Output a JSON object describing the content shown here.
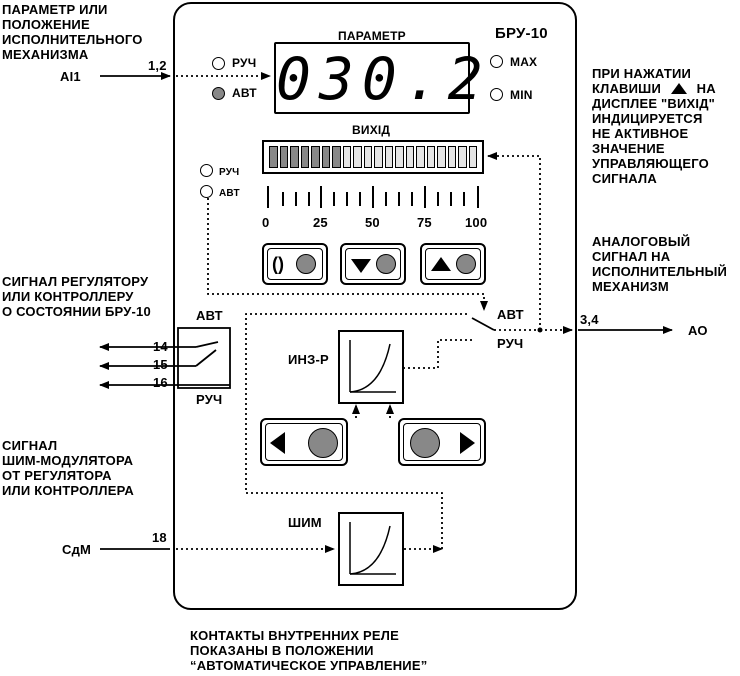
{
  "left_notes": {
    "param_note": [
      "ПАРАМЕТР ИЛИ",
      "ПОЛОЖЕНИЕ",
      "ИСПОЛНИТЕЛЬНОГО",
      "МЕХАНИЗМА"
    ],
    "ai1_label": "AI1",
    "ai1_pins": "1,2",
    "regulator_note": [
      "СИГНАЛ  РЕГУЛЯТОРУ",
      "ИЛИ  КОНТРОЛЛЕРУ",
      "О СОСТОЯНИИ  БРУ-10"
    ],
    "relay_auto": "АВТ",
    "relay_manual": "РУЧ",
    "relay_pins": [
      "14",
      "15",
      "16"
    ],
    "pwm_note": [
      "СИГНАЛ",
      "ШИМ-МОДУЛЯТОРА",
      "ОТ  РЕГУЛЯТОРА",
      "ИЛИ  КОНТРОЛЛЕРА"
    ],
    "sdm_label": "СдМ",
    "sdm_pin": "18"
  },
  "right_notes": {
    "display_note": [
      "ПРИ НАЖАТИИ",
      "КЛАВИШИ",
      "НА",
      "ДИСПЛЕЕ \"ВИХІД\"",
      "ИНДИЦИРУЕТСЯ",
      "НЕ АКТИВНОЕ",
      "ЗНАЧЕНИЕ",
      "УПРАВЛЯЮЩЕГО",
      "СИГНАЛА"
    ],
    "analog_note": [
      "АНАЛОГОВЫЙ",
      "СИГНАЛ  НА",
      "ИСПОЛНИТЕЛЬНЫЙ",
      "МЕХАНИЗМ"
    ],
    "ao_label": "АО",
    "ao_pins": "3,4"
  },
  "device": {
    "model": "БРУ-10",
    "param_title": "ПАРАМЕТР",
    "display_value": "030.2",
    "led_manual": "РУЧ",
    "led_auto": "АВТ",
    "led_max": "MAX",
    "led_min": "MIN",
    "output_title": "ВИХІД",
    "output_level_percent": 35,
    "scale_ticks": [
      "0",
      "25",
      "50",
      "75",
      "100"
    ],
    "out_led_manual": "РУЧ",
    "out_led_auto": "АВТ",
    "switch_auto": "АВТ",
    "switch_manual": "РУЧ",
    "integrator_label": "ИНЗ-Р",
    "pwm_label": "ШИМ"
  },
  "footer": [
    "КОНТАКТЫ ВНУТРЕННИХ РЕЛЕ",
    "ПОКАЗАНЫ В ПОЛОЖЕНИИ",
    "“АВТОМАТИЧЕСКОЕ УПРАВЛЕНИЕ”"
  ]
}
